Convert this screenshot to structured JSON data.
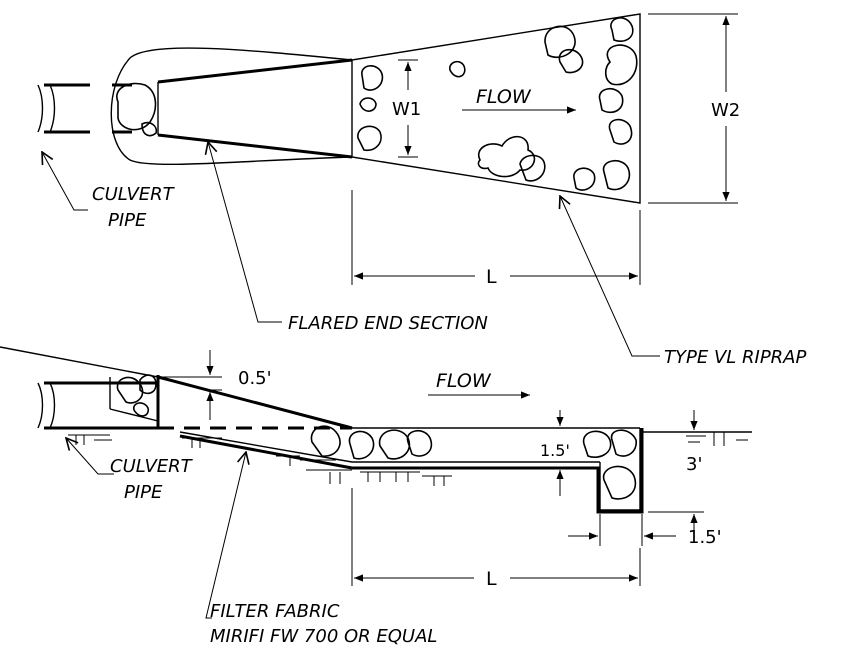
{
  "plan_view": {
    "label_w1": "W1",
    "label_w2": "W2",
    "label_l": "L",
    "label_flow": "FLOW",
    "label_culvert_line1": "CULVERT",
    "label_culvert_line2": "PIPE",
    "label_flared": "FLARED END SECTION",
    "label_riprap": "TYPE VL RIPRAP"
  },
  "profile_view": {
    "label_top_thickness": "0.5'",
    "label_flow": "FLOW",
    "label_step_height": "1.5'",
    "label_depth": "3'",
    "label_width": "1.5'",
    "label_l": "L",
    "label_culvert_line1": "CULVERT",
    "label_culvert_line2": "PIPE",
    "label_fabric_line1": "FILTER FABRIC",
    "label_fabric_line2": "MIRIFI FW 700 OR EQUAL"
  }
}
